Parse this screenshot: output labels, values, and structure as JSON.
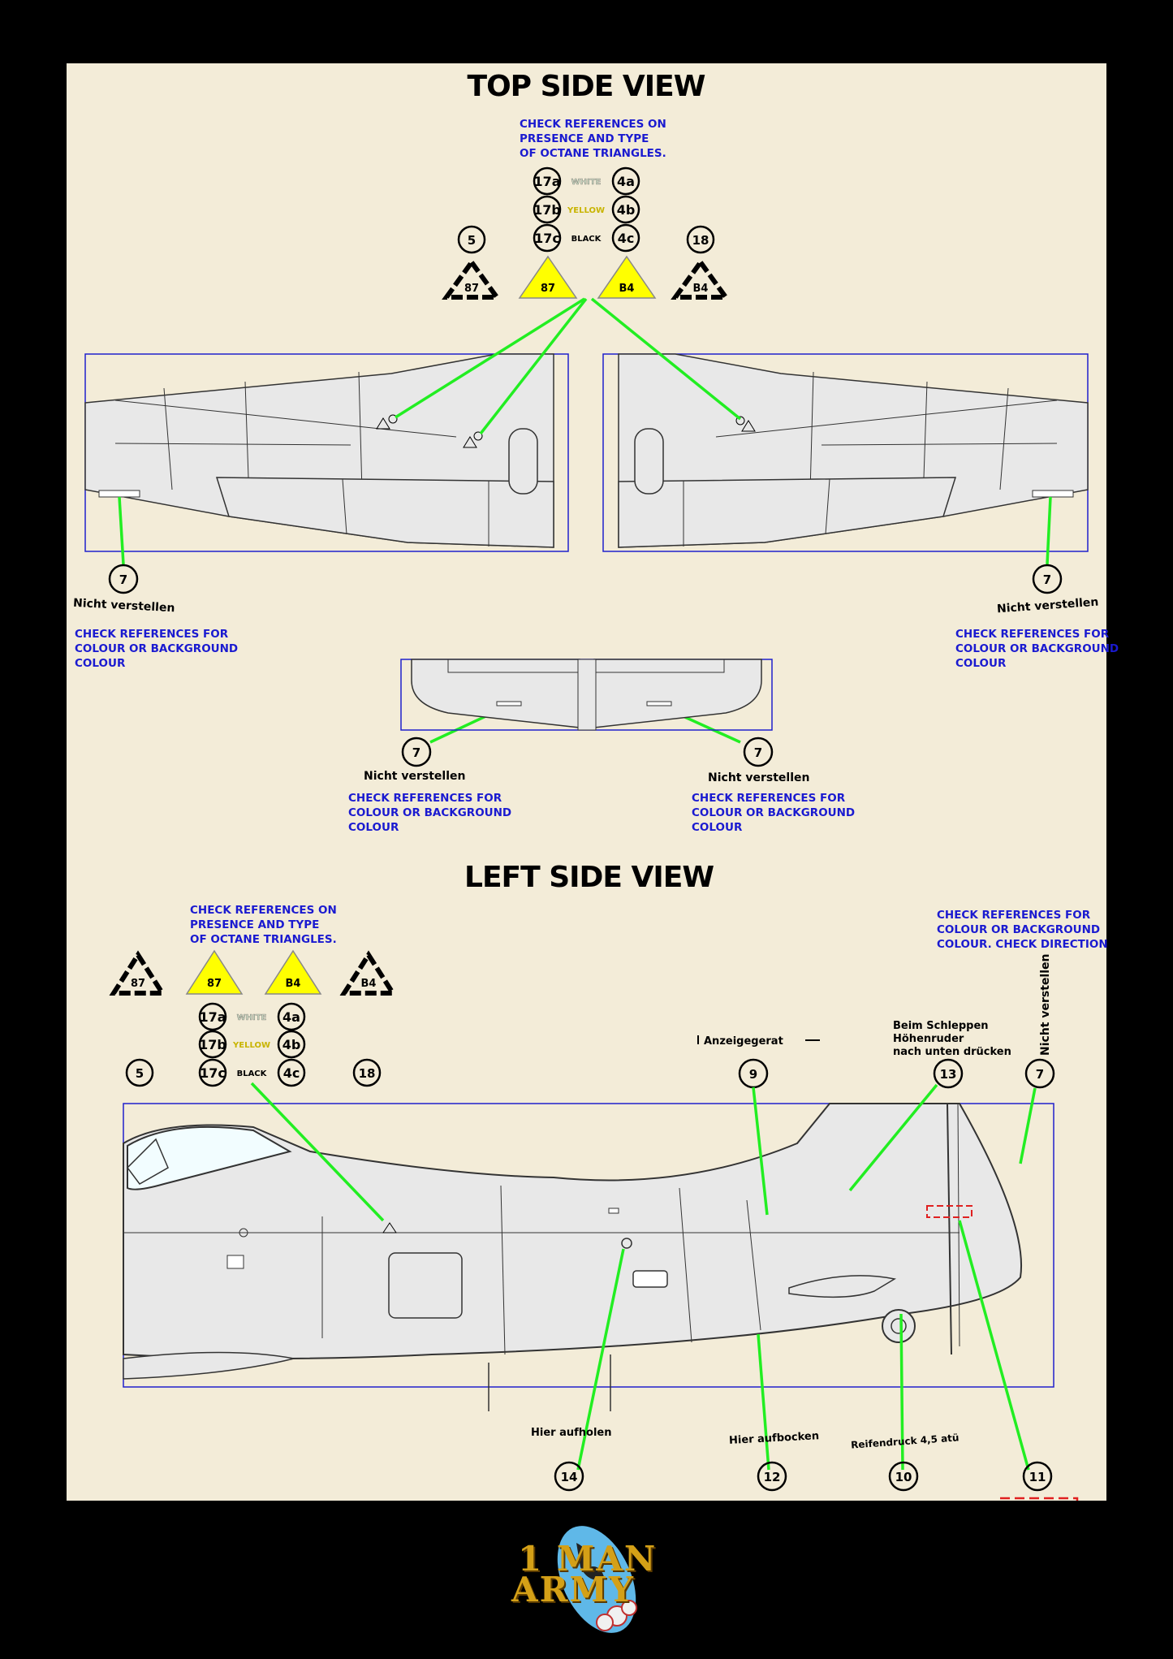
{
  "top_view": {
    "title": "TOP SIDE VIEW",
    "octane_note": "CHECK REFERENCES ON\nPRESENCE AND TYPE\nOF OCTANE TRIANGLES.",
    "colour_rows": [
      {
        "left": "17a",
        "color_name": "WHITE",
        "right": "4a",
        "color": "#c9d6c0"
      },
      {
        "left": "17b",
        "color_name": "YELLOW",
        "right": "4b",
        "color": "#c8b400"
      },
      {
        "left": "17c",
        "color_name": "BLACK",
        "right": "4c",
        "color": "#000000"
      }
    ],
    "callout_5": "5",
    "callout_18": "18",
    "triangles": [
      "87",
      "87",
      "B4",
      "B4"
    ],
    "wing_callouts": [
      {
        "num": "7",
        "label": "Nicht verstellen",
        "note": "CHECK REFERENCES FOR\nCOLOUR OR BACKGROUND\nCOLOUR"
      },
      {
        "num": "7",
        "label": "Nicht verstellen",
        "note": "CHECK REFERENCES FOR\nCOLOUR OR BACKGROUND\nCOLOUR"
      }
    ],
    "tail_callouts": [
      {
        "num": "7",
        "label": "Nicht verstellen",
        "note": "CHECK REFERENCES FOR\nCOLOUR OR BACKGROUND\nCOLOUR"
      },
      {
        "num": "7",
        "label": "Nicht verstellen",
        "note": "CHECK REFERENCES FOR\nCOLOUR OR BACKGROUND\nCOLOUR"
      }
    ]
  },
  "left_view": {
    "title": "LEFT SIDE VIEW",
    "octane_note": "CHECK REFERENCES ON\nPRESENCE AND TYPE\nOF OCTANE TRIANGLES.",
    "direction_note": "CHECK REFERENCES FOR\nCOLOUR OR BACKGROUND\nCOLOUR. CHECK DIRECTION",
    "colour_rows": [
      {
        "left": "17a",
        "color_name": "WHITE",
        "right": "4a",
        "color": "#c9d6c0"
      },
      {
        "left": "17b",
        "color_name": "YELLOW",
        "right": "4b",
        "color": "#c8b400"
      },
      {
        "left": "17c",
        "color_name": "BLACK",
        "right": "4c",
        "color": "#000000"
      }
    ],
    "triangles": [
      "87",
      "87",
      "B4",
      "B4"
    ],
    "callout_5": "5",
    "callout_18": "18",
    "callout_9": {
      "num": "9",
      "label": "Anzeigegerat"
    },
    "callout_13": {
      "num": "13",
      "label": "Beim Schleppen\nHöhenruder\nnach unten drücken"
    },
    "callout_7": {
      "num": "7",
      "label": "Nicht verstellen"
    },
    "callout_14": {
      "num": "14",
      "label": "Hier aufholen"
    },
    "callout_12": {
      "num": "12",
      "label": "Hier aufbocken"
    },
    "callout_10": {
      "num": "10",
      "label": "Reifendruck 4,5 atü"
    },
    "callout_11": {
      "num": "11"
    }
  },
  "logo": {
    "line1": "1 MAN",
    "line2": "ARMY"
  },
  "colors": {
    "sheet": "#f3ecd8",
    "frame": "#000000",
    "leader": "#22ee22",
    "note_blue": "#1a1ad0",
    "outline_blue": "#2020cc",
    "yellow_triangle": "#ffff00",
    "red_dashed": "#e02020"
  }
}
